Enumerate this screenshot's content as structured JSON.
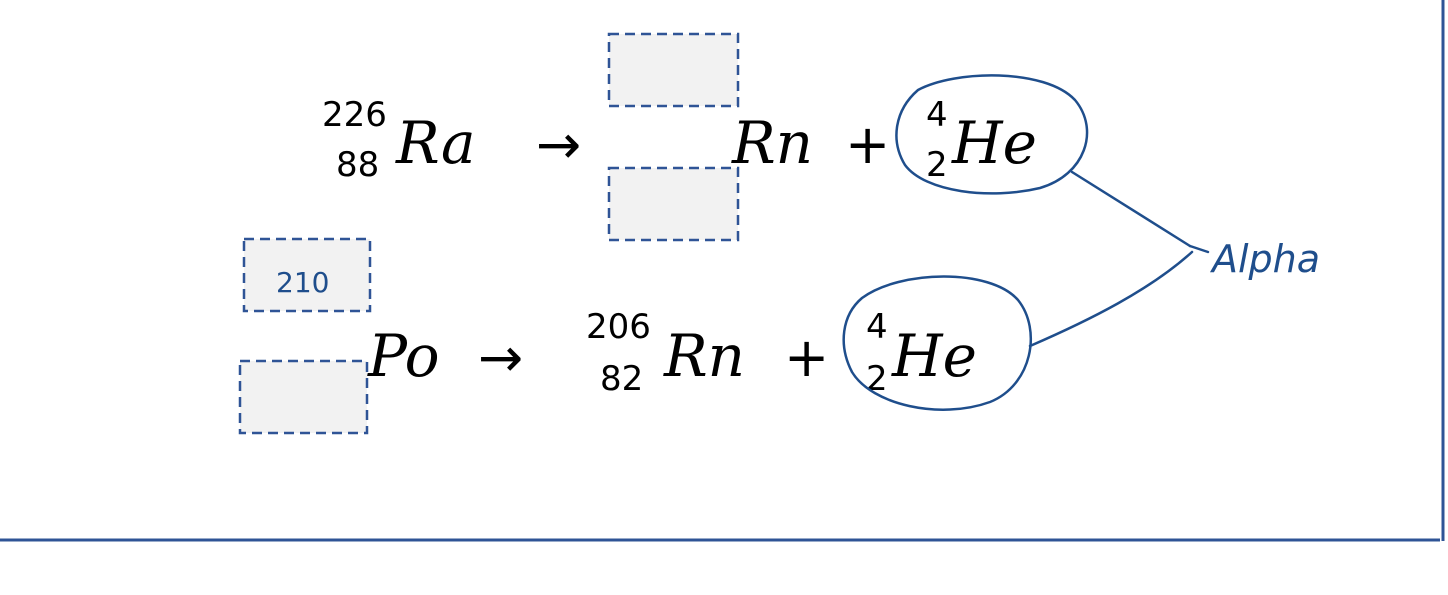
{
  "equation1": {
    "parent_mass": "226",
    "parent_atomic": "88",
    "parent_symbol": "Ra",
    "arrow": "→",
    "product_mass": "",
    "product_atomic": "",
    "product_symbol": "Rn",
    "plus": "+",
    "alpha_mass": "4",
    "alpha_atomic": "2",
    "alpha_symbol": "He"
  },
  "equation2": {
    "parent_mass": "210",
    "parent_atomic": "",
    "parent_symbol": "Po",
    "arrow": "→",
    "product_mass": "206",
    "product_atomic": "82",
    "product_symbol": "Rn",
    "plus": "+",
    "alpha_mass": "4",
    "alpha_atomic": "2",
    "alpha_symbol": "He"
  },
  "annotation": {
    "label": "Alpha",
    "ink_color": "#1f4e8c"
  },
  "colors": {
    "border": "#2f5496",
    "box_fill": "#f2f2f2"
  }
}
